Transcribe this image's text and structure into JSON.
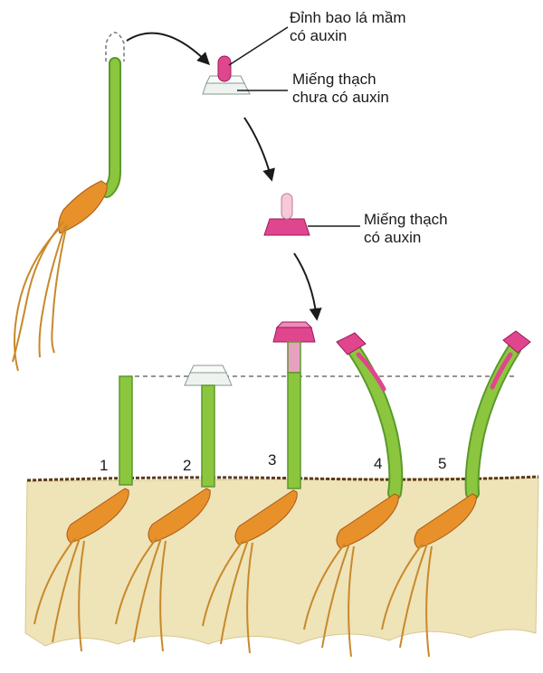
{
  "labels": {
    "tip_line1": "Đỉnh bao lá mầm",
    "tip_line2": "có auxin",
    "agar_plain_line1": "Miếng thạch",
    "agar_plain_line2": "chưa có auxin",
    "agar_auxin_line1": "Miếng thạch",
    "agar_auxin_line2": "có auxin"
  },
  "plants": [
    {
      "number": "1"
    },
    {
      "number": "2"
    },
    {
      "number": "3"
    },
    {
      "number": "4"
    },
    {
      "number": "5"
    }
  ],
  "colors": {
    "stem": "#8cc63f",
    "stem_dark": "#5a9a2a",
    "auxin": "#e0468e",
    "agar_plain": "#eef3ef",
    "coleoptile": "#e8912a",
    "root": "#c8892a",
    "soil": "#efe3b8",
    "soil_edge": "#5a3a1a"
  }
}
